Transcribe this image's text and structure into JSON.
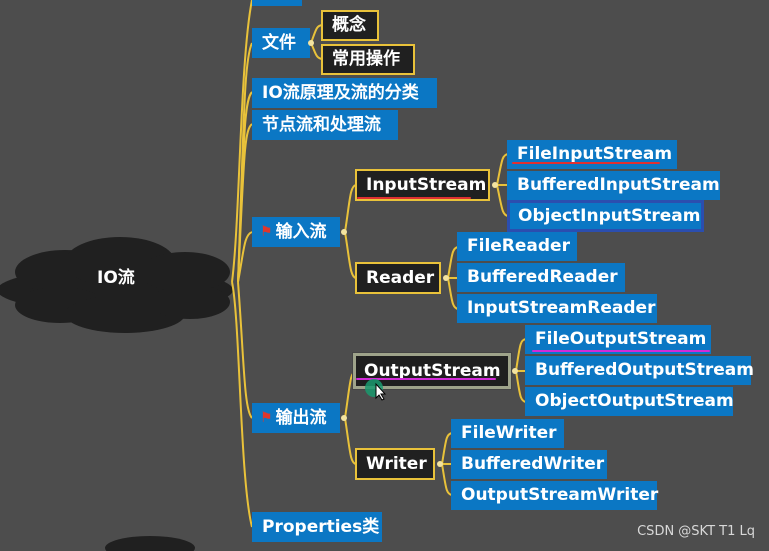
{
  "root": {
    "label": "IO流"
  },
  "branches": {
    "partial_top": "",
    "file": {
      "label": "文件",
      "children": [
        "概念",
        "常用操作"
      ]
    },
    "principle": {
      "label": "IO流原理及流的分类"
    },
    "node_stream": {
      "label": "节点流和处理流"
    },
    "input": {
      "label": "输入流",
      "flag_icon": "red-flag-icon",
      "input_stream": {
        "label": "InputStream",
        "children": [
          "FileInputStream",
          "BufferedInputStream",
          "ObjectInputStream"
        ]
      },
      "reader": {
        "label": "Reader",
        "children": [
          "FileReader",
          "BufferedReader",
          "InputStreamReader"
        ]
      }
    },
    "output": {
      "label": "输出流",
      "flag_icon": "red-flag-icon",
      "output_stream": {
        "label": "OutputStream",
        "children": [
          "FileOutputStream",
          "BufferedOutputStream",
          "ObjectOutputStream"
        ]
      },
      "writer": {
        "label": "Writer",
        "children": [
          "FileWriter",
          "BufferedWriter",
          "OutputStreamWriter"
        ]
      }
    },
    "properties": {
      "label": "Properties类"
    }
  },
  "watermark": "CSDN @SKT T1 Lq",
  "colors": {
    "background": "#4d4d4d",
    "node_blue": "#0b77c4",
    "connector": "#e9c23a",
    "annotation_red": "#e03030",
    "annotation_magenta": "#d22ad8"
  }
}
